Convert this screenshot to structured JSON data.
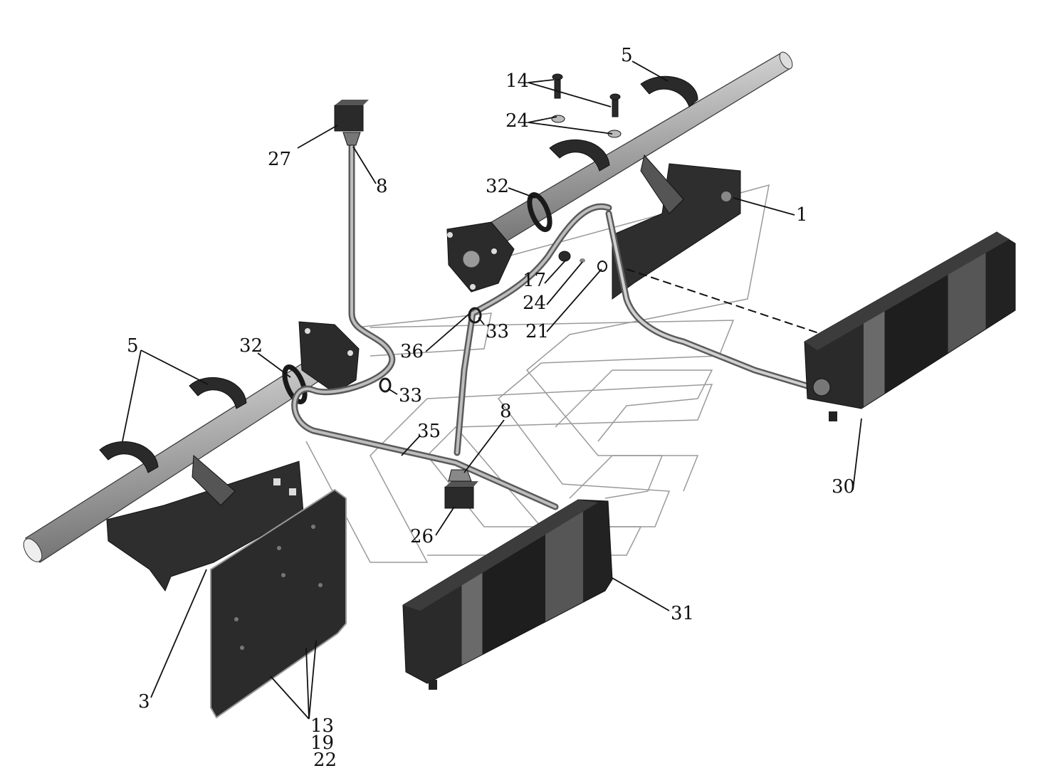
{
  "colors": {
    "background": "#ffffff",
    "part_dark": "#2b2b2b",
    "part_mid": "#8c8c8c",
    "part_light": "#cfcfcf",
    "leader": "#111111",
    "watermark_outline": "#9a9a9a"
  },
  "callouts": {
    "c1": "1",
    "c3": "3",
    "c5_left": "5",
    "c5_right": "5",
    "c8_top": "8",
    "c8_mid": "8",
    "c13": "13",
    "c14": "14",
    "c17": "17",
    "c19": "19",
    "c21": "21",
    "c22": "22",
    "c24_top": "24",
    "c24_mid": "24",
    "c26": "26",
    "c27": "27",
    "c30": "30",
    "c31": "31",
    "c32_left": "32",
    "c32_right": "32",
    "c33_left": "33",
    "c33_right": "33",
    "c35": "35",
    "c36": "36"
  }
}
